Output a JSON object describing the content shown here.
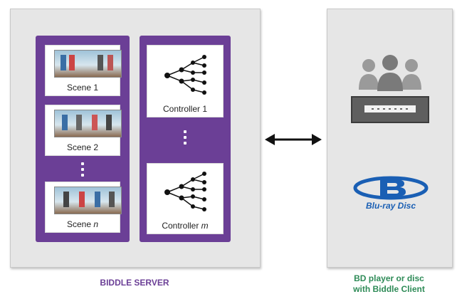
{
  "server": {
    "label": "BIDDLE SERVER",
    "scenes": [
      {
        "label": "Scene 1"
      },
      {
        "label": "Scene 2"
      },
      {
        "label": "Scene n"
      }
    ],
    "controllers": [
      {
        "label": "Controller 1"
      },
      {
        "label": "Controller m"
      }
    ]
  },
  "client": {
    "label_line1": "BD player or disc",
    "label_line2": "with Biddle Client",
    "bluray_logo_text": "Blu-ray Disc"
  },
  "colors": {
    "panel": "#e6e6e6",
    "purple": "#6b3f96",
    "green": "#2e8b57",
    "bluray_blue": "#1a5fb4"
  },
  "icons": [
    "users-icon",
    "player-device-icon",
    "bluray-logo-icon",
    "network-graph-icon",
    "double-arrow-icon"
  ]
}
